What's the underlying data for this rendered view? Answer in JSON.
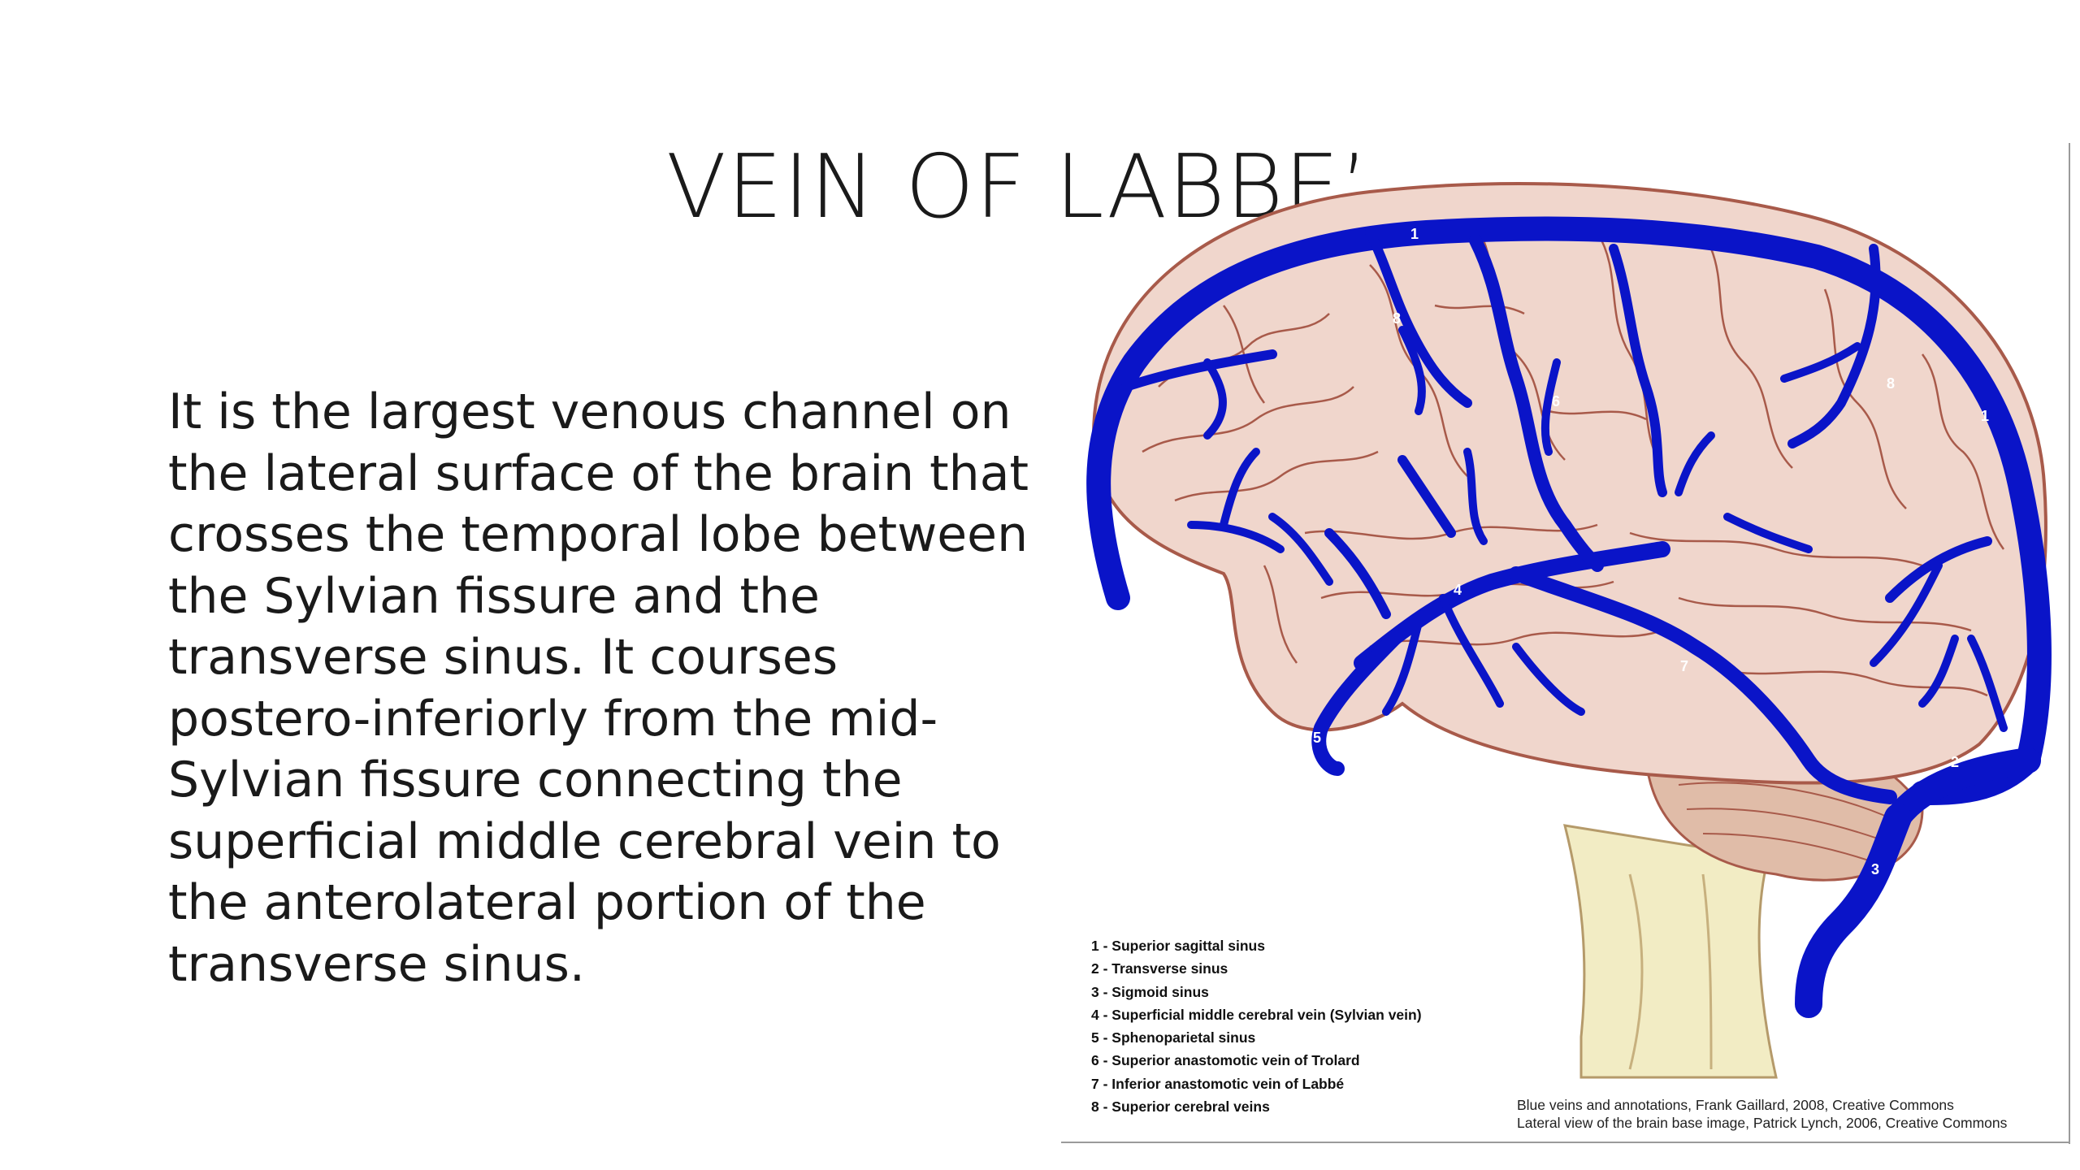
{
  "slide": {
    "title": "VEIN OF LABBE’",
    "body": "It is the largest venous channel on the lateral surface of the brain that crosses the temporal lobe between the Sylvian fissure and the transverse sinus. It courses postero-inferiorly from the mid-Sylvian fissure connecting the superficial middle cerebral vein to the anterolateral portion of the transverse sinus."
  },
  "figure": {
    "vein_numbers": [
      "1",
      "1",
      "2",
      "3",
      "4",
      "5",
      "6",
      "7",
      "8",
      "8"
    ],
    "legend": [
      "1 - Superior sagittal sinus",
      "2 - Transverse sinus",
      "3 - Sigmoid sinus",
      "4 - Superficial middle cerebral vein (Sylvian vein)",
      "5 - Sphenoparietal sinus",
      "6 - Superior anastomotic vein of Trolard",
      "7 - Inferior anastomotic vein of Labbé",
      "8 - Superior cerebral veins"
    ],
    "credits": [
      "Blue veins and annotations, Frank Gaillard, 2008, Creative Commons",
      "Lateral view of the brain base image, Patrick Lynch, 2006, Creative Commons"
    ],
    "colors": {
      "vein": "#0a14c8",
      "brain": "#f0d6cc",
      "cerebellum": "#e0bca8",
      "brainstem": "#f2ecc4",
      "sulci": "#a85a4a"
    }
  }
}
